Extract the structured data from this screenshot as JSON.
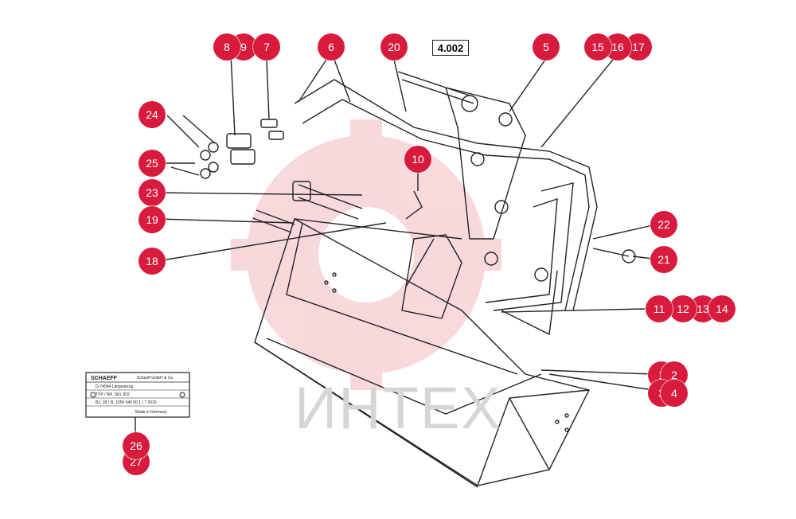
{
  "reference_label": "4.002",
  "watermark": "ИНТЕХ",
  "plate": {
    "brand": "SCHAEFF",
    "lines": [
      "Schaeff GmbH & Co.",
      "D-74594 Langenburg",
      "TYP / NR.   SKL 832",
      "BJ. 18 / 0L 1056 040 00 1 / 7 2010",
      "Made in Germany"
    ]
  },
  "callouts": [
    {
      "id": "c8",
      "label": "8"
    },
    {
      "id": "c9",
      "label": "9"
    },
    {
      "id": "c7",
      "label": "7"
    },
    {
      "id": "c6",
      "label": "6"
    },
    {
      "id": "c20",
      "label": "20"
    },
    {
      "id": "c5",
      "label": "5"
    },
    {
      "id": "c15",
      "label": "15"
    },
    {
      "id": "c16",
      "label": "16"
    },
    {
      "id": "c17",
      "label": "17"
    },
    {
      "id": "c24",
      "label": "24"
    },
    {
      "id": "c25",
      "label": "25"
    },
    {
      "id": "c10",
      "label": "10"
    },
    {
      "id": "c23",
      "label": "23"
    },
    {
      "id": "c19",
      "label": "19"
    },
    {
      "id": "c22",
      "label": "22"
    },
    {
      "id": "c21",
      "label": "21"
    },
    {
      "id": "c18",
      "label": "18"
    },
    {
      "id": "c11",
      "label": "11"
    },
    {
      "id": "c12",
      "label": "12"
    },
    {
      "id": "c13",
      "label": "13"
    },
    {
      "id": "c14",
      "label": "14"
    },
    {
      "id": "c2",
      "label": "2"
    },
    {
      "id": "c1",
      "label": "1"
    },
    {
      "id": "c3",
      "label": "3"
    },
    {
      "id": "c4",
      "label": "4"
    },
    {
      "id": "c26",
      "label": "26"
    },
    {
      "id": "c27",
      "label": "27"
    }
  ]
}
